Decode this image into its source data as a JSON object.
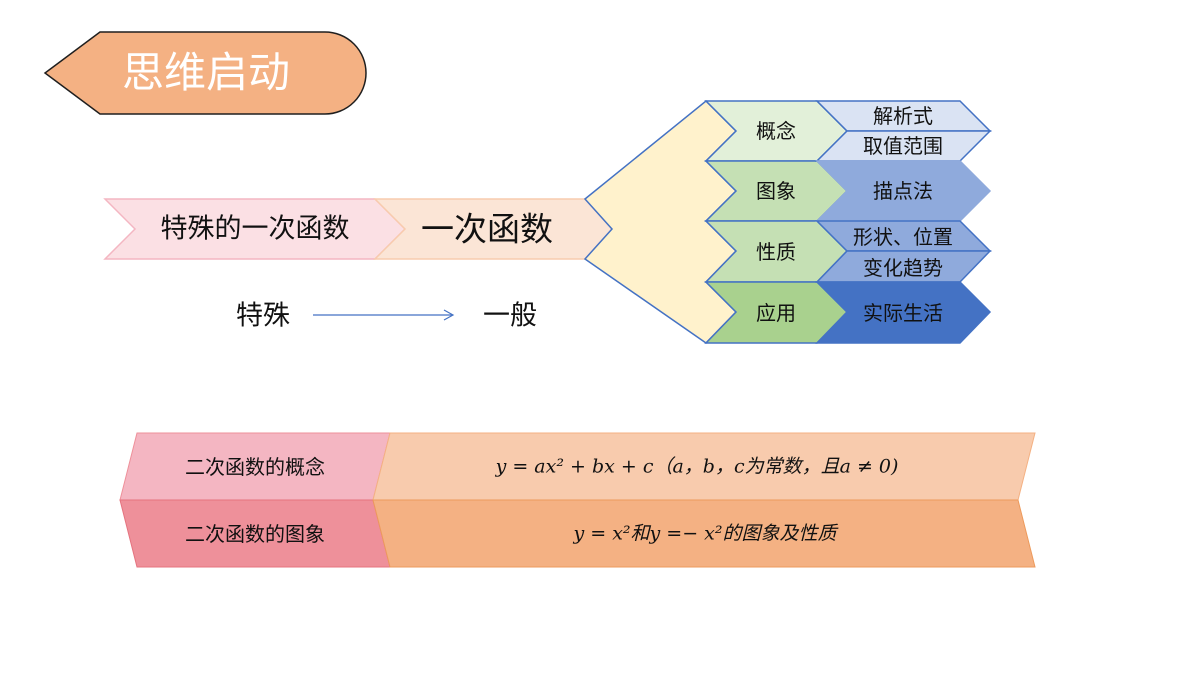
{
  "banner": {
    "title": "思维启动"
  },
  "flow": {
    "special_function": "特殊的一次函数",
    "linear_function": "一次函数",
    "from_label": "特殊",
    "to_label": "一般"
  },
  "branches": [
    {
      "label": "概念",
      "detail": [
        "解析式",
        "取值范围"
      ]
    },
    {
      "label": "图象",
      "detail": [
        "描点法"
      ]
    },
    {
      "label": "性质",
      "detail": [
        "形状、位置",
        "变化趋势"
      ]
    },
    {
      "label": "应用",
      "detail": [
        "实际生活"
      ]
    }
  ],
  "table": {
    "rows": [
      {
        "label": "二次函数的概念",
        "content": "y = ax² + bx + c（a，b，c为常数，且a ≠ 0)"
      },
      {
        "label": "二次函数的图象",
        "content": "y = x²和y =− x²的图象及性质"
      }
    ]
  },
  "colors": {
    "banner": "#f4b183",
    "pink": "#fbe0e4",
    "peach": "#fbe5d6",
    "fan": "#fff2cc",
    "green_1": "#e2f0d9",
    "green_2": "#c5e0b4",
    "green_3": "#c5e0b4",
    "green_4": "#a9d18e",
    "blue_1": "#dae3f3",
    "blue_2": "#8faadc",
    "blue_3": "#8faadc",
    "blue_4": "#4472c4",
    "row1_label": "#f4b6c2",
    "row1_content": "#f8cbad",
    "row2_label": "#ee909a",
    "row2_content": "#f4b183",
    "arrow_line": "#4472c4"
  }
}
